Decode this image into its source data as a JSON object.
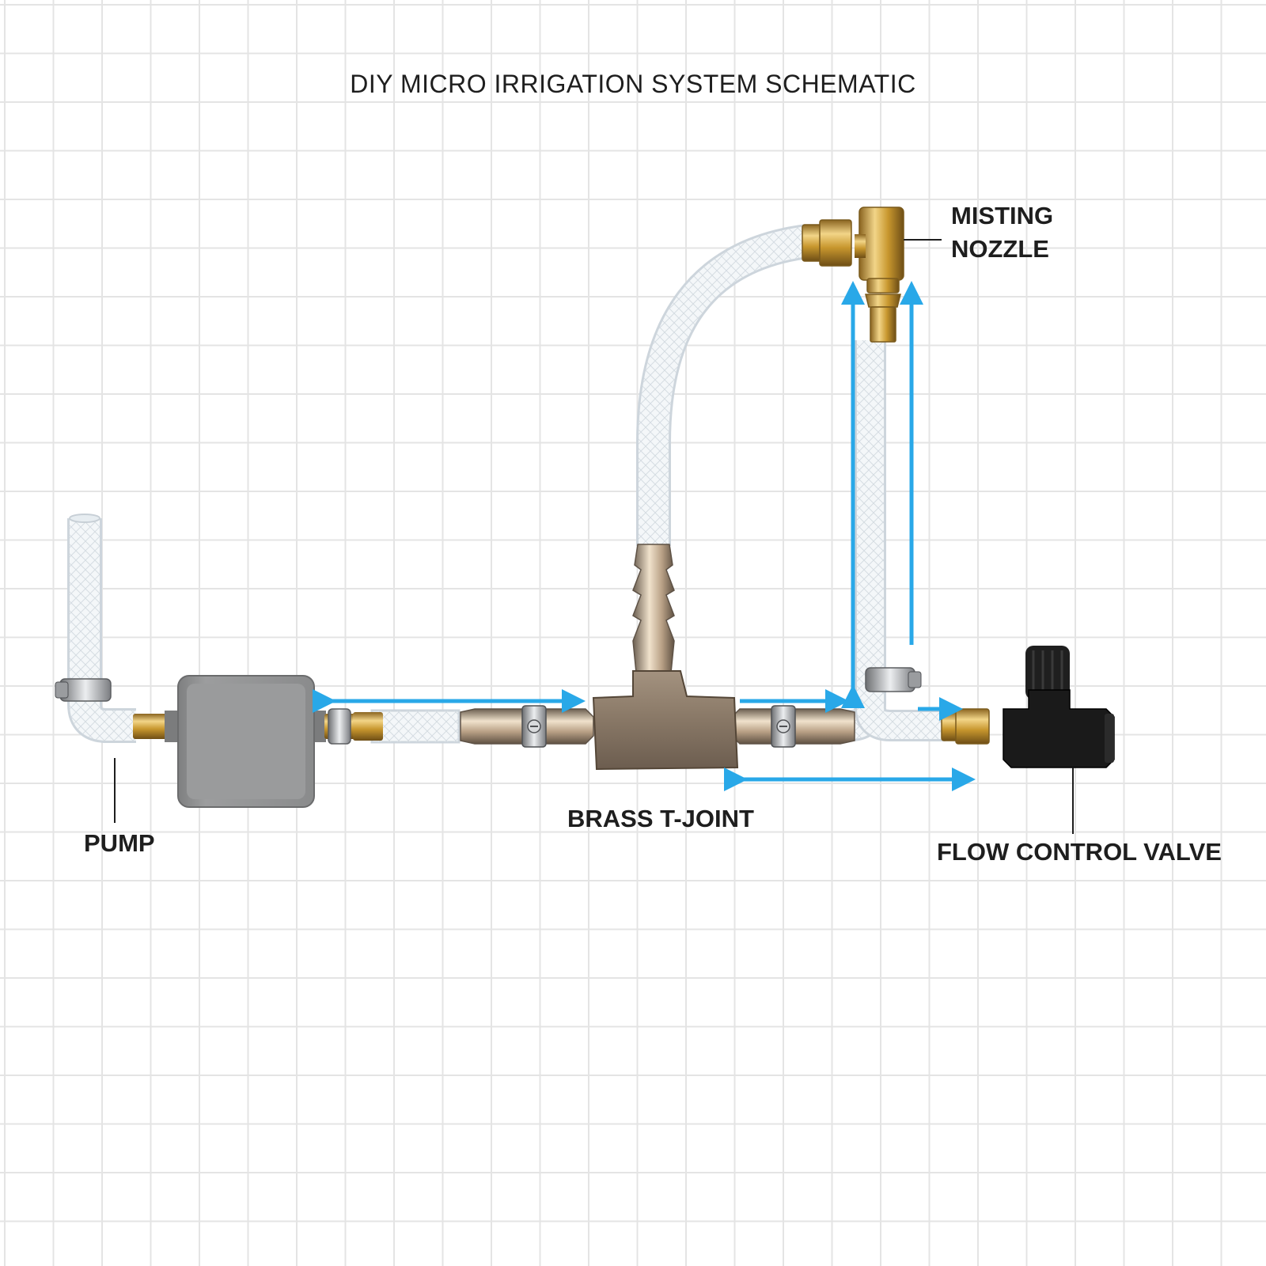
{
  "title": "DIY MICRO IRRIGATION SYSTEM SCHEMATIC",
  "labels": {
    "misting_nozzle_line1": "MISTING",
    "misting_nozzle_line2": "NOZZLE",
    "pump": "PUMP",
    "brass_t_joint": "BRASS T-JOINT",
    "flow_control_valve": "FLOW CONTROL VALVE"
  },
  "colors": {
    "flow_arrow": "#29a8e8",
    "brass": "#d4a94a",
    "pump_body": "#8f9090",
    "valve_body": "#1a1a1a",
    "tube": "#f2f5f7"
  }
}
